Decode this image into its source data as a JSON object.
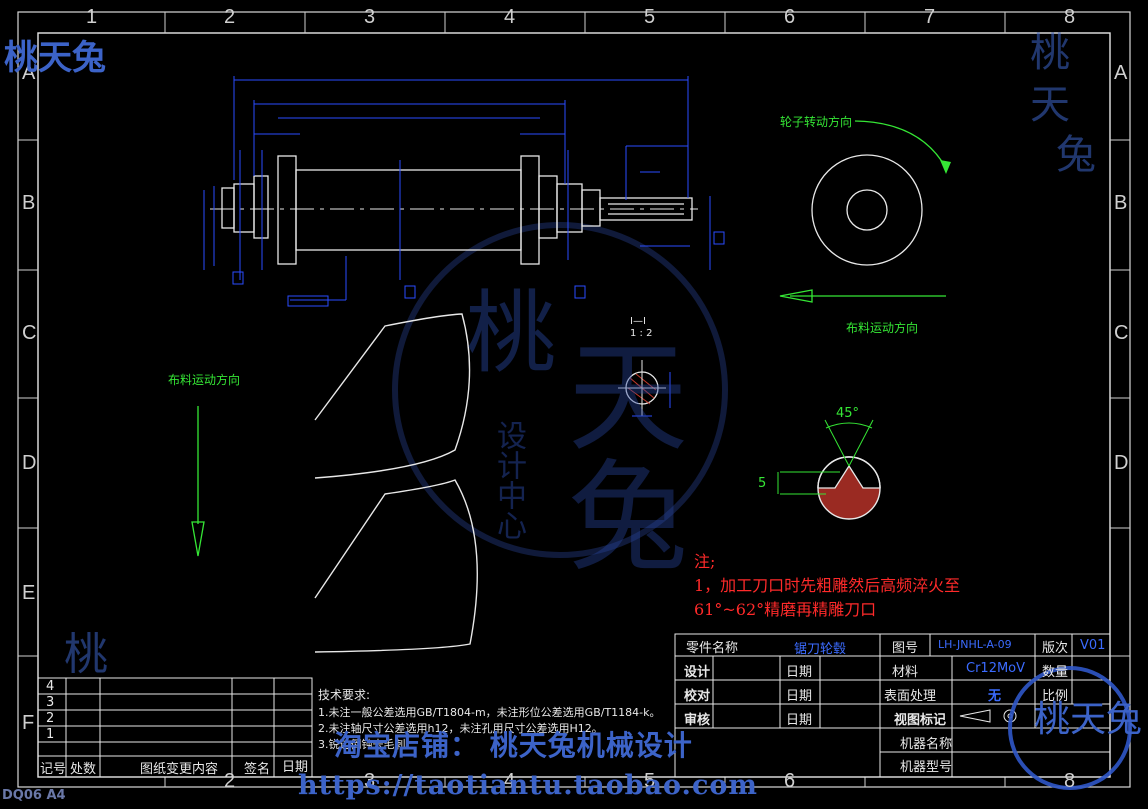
{
  "grid": {
    "columns": [
      "1",
      "2",
      "3",
      "4",
      "5",
      "6",
      "7",
      "8"
    ],
    "rows": [
      "A",
      "B",
      "C",
      "D",
      "E",
      "F"
    ]
  },
  "labels": {
    "wheel_rotation": "轮子转动方向",
    "cloth_direction_right": "布料运动方向",
    "cloth_direction_left": "布料运动方向",
    "section_label": "I—I",
    "section_scale": "1 : 2",
    "angle": "45°",
    "depth": "5"
  },
  "note": {
    "title": "注;",
    "line1": "1，加工刀口时先粗雕然后高频淬火至",
    "line2": "61°~62°精磨再精雕刀口"
  },
  "tech_requirements": {
    "title": "技术要求:",
    "line1": "1.未注一般公差选用GB/T1804-m，未注形位公差选用GB/T1184-k。",
    "line2": "2.未注轴尺寸公差选用h12，未注孔用尺寸公差选用H12。",
    "line3": "3.锐边倒钝去毛刺"
  },
  "title_block": {
    "part_name_label": "零件名称",
    "part_name_value": "锯刀轮毂",
    "drawing_no_label": "图号",
    "drawing_no_value": "LH-JNHL-A-09",
    "version_label": "版次",
    "version_value": "V01",
    "design_label": "设计",
    "check_label": "校对",
    "review_label": "审核",
    "date_label": "日期",
    "material_label": "材料",
    "material_value": "Cr12MoV",
    "quantity_label": "数量",
    "surface_label": "表面处理",
    "surface_value": "无",
    "scale_label": "比例",
    "view_label": "视图标记",
    "machine_name_label": "机器名称",
    "machine_model_label": "机器型号"
  },
  "revision_block": {
    "rows": [
      "4",
      "3",
      "2",
      "1"
    ],
    "h_mark": "记号",
    "h_count": "处数",
    "h_change": "图纸变更内容",
    "h_sign": "签名",
    "h_date": "日期"
  },
  "sheet_code": "DQ06 A4",
  "watermark": {
    "logo": "桃天兔",
    "side1": "桃",
    "side2": "天",
    "side3": "兔",
    "design_center": "设计中心",
    "shop": "淘宝店铺： 桃天兔机械设计",
    "url": "https://taotiantu.taobao.com"
  },
  "colors": {
    "background": "#000000",
    "frame": "#e6e6e6",
    "dimension": "#2a4cff",
    "annotation": "#35e635",
    "note": "#ff2a2a",
    "hatch": "#b0302a",
    "watermark": "#3c63c8"
  }
}
